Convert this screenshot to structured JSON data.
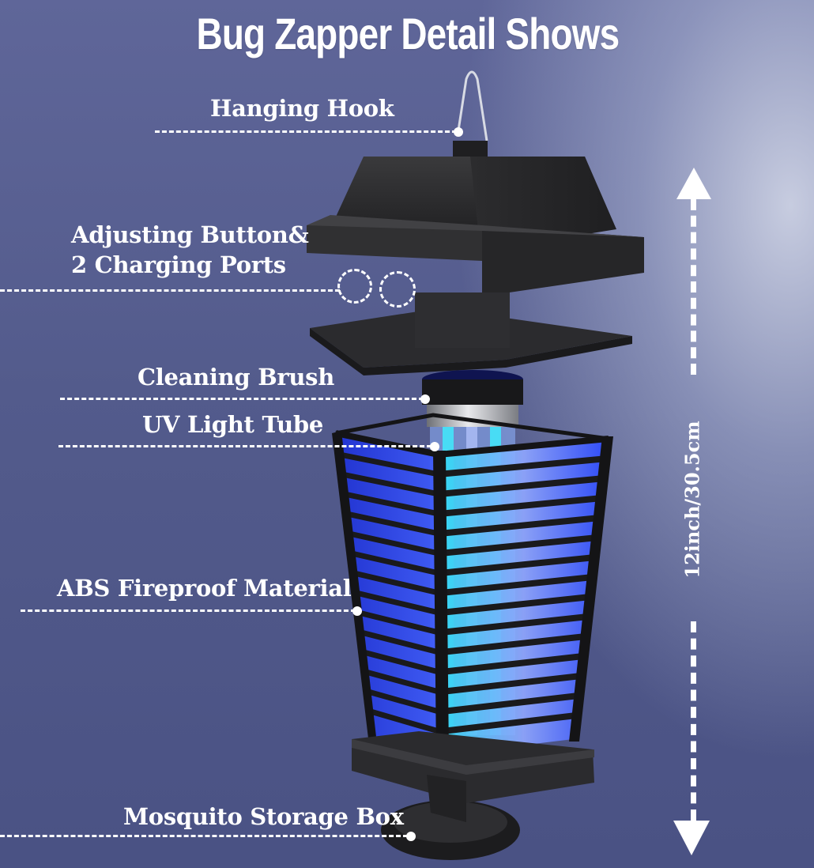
{
  "title": "Bug Zapper Detail Shows",
  "callouts": [
    {
      "id": "hanging-hook",
      "label": "Hanging Hook"
    },
    {
      "id": "adjusting-button",
      "label_line1": "Adjusting Button&",
      "label_line2": "2 Charging Ports"
    },
    {
      "id": "cleaning-brush",
      "label": "Cleaning Brush"
    },
    {
      "id": "uv-light-tube",
      "label": "UV Light Tube"
    },
    {
      "id": "abs-material",
      "label": "ABS Fireproof Material"
    },
    {
      "id": "storage-box",
      "label": "Mosquito Storage Box"
    }
  ],
  "dimension": {
    "label": "12inch/30.5cm"
  },
  "colors": {
    "background": "#545c8f",
    "text": "#ffffff",
    "uv_blue": "#2b4dff",
    "uv_cyan": "#2fd6f0",
    "housing": "#2a2a2c"
  }
}
